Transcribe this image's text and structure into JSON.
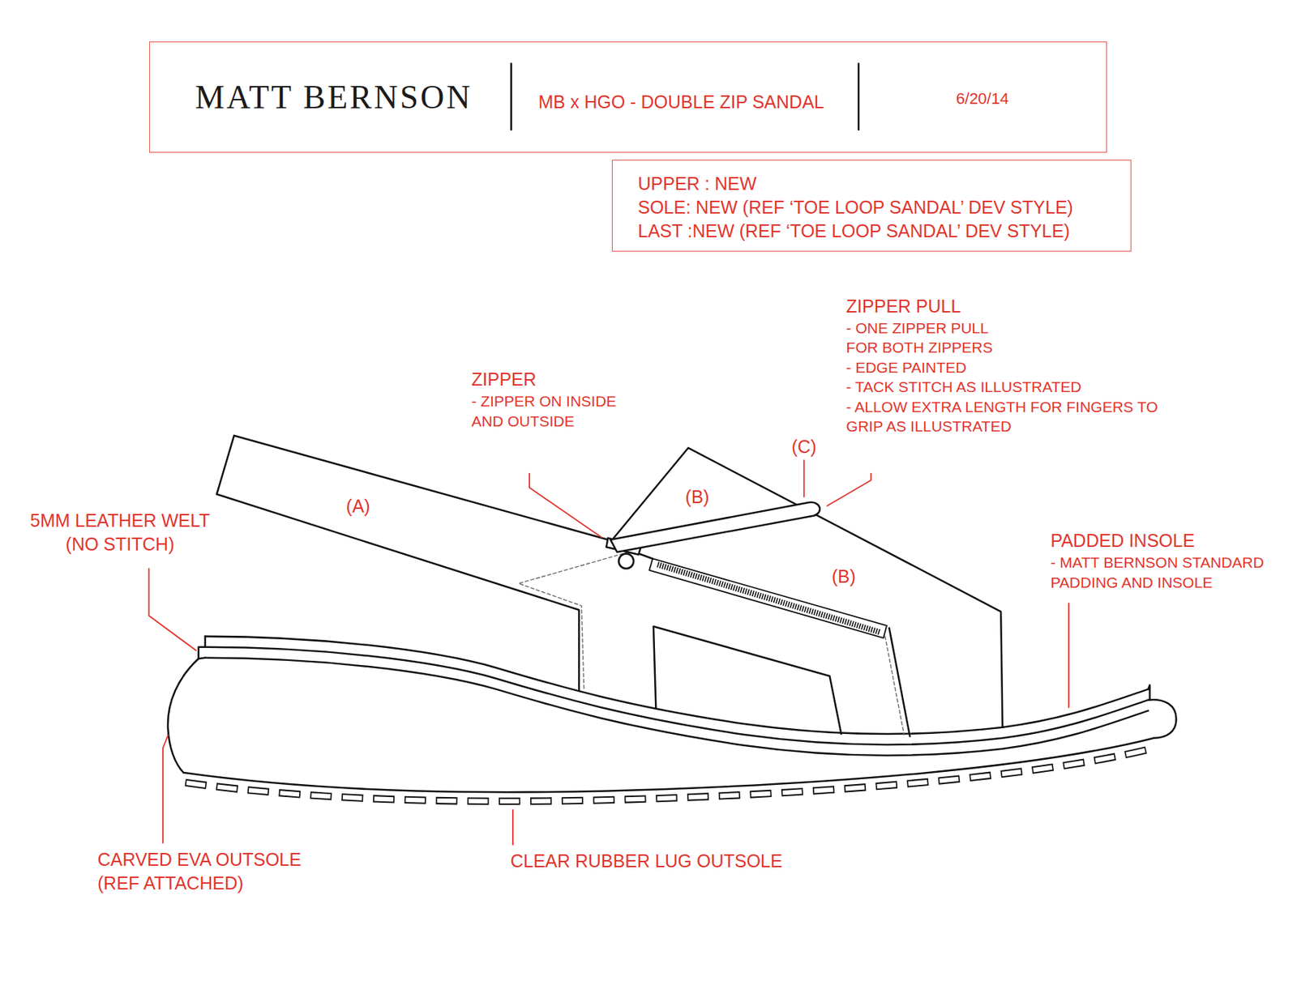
{
  "diagram": {
    "nodes": [
      {
        "text": [
          "MATT BERNSON",
          "MB x HGO - DOUBLE ZIP SANDAL",
          "6/20/14"
        ]
      },
      {
        "text": [
          "UPPER : NEW",
          "SOLE: NEW (REF ‘TOE LOOP SANDAL’ DEV STYLE)",
          "LAST :NEW (REF ‘TOE LOOP SANDAL’ DEV STYLE)"
        ]
      }
    ],
    "labels": [
      "ZIPPER PULL",
      "- ONE ZIPPER PULL FOR BOTH ZIPPERS",
      "- EDGE PAINTED",
      "- TACK STITCH AS ILLUSTRATED",
      "- ALLOW EXTRA LENGTH FOR FINGERS TO GRIP AS ILLUSTRATED",
      "ZIPPER",
      "- ZIPPER ON INSIDE AND OUTSIDE",
      "(C)",
      "(B)",
      "(A)",
      "5MM LEATHER WELT (NO STITCH)",
      "PADDED INSOLE",
      "- MATT BERNSON STANDARD PADDING AND INSOLE",
      "(B)",
      "CARVED EVA OUTSOLE (REF ATTACHED)",
      "CLEAR RUBBER LUG OUTSOLE"
    ]
  }
}
